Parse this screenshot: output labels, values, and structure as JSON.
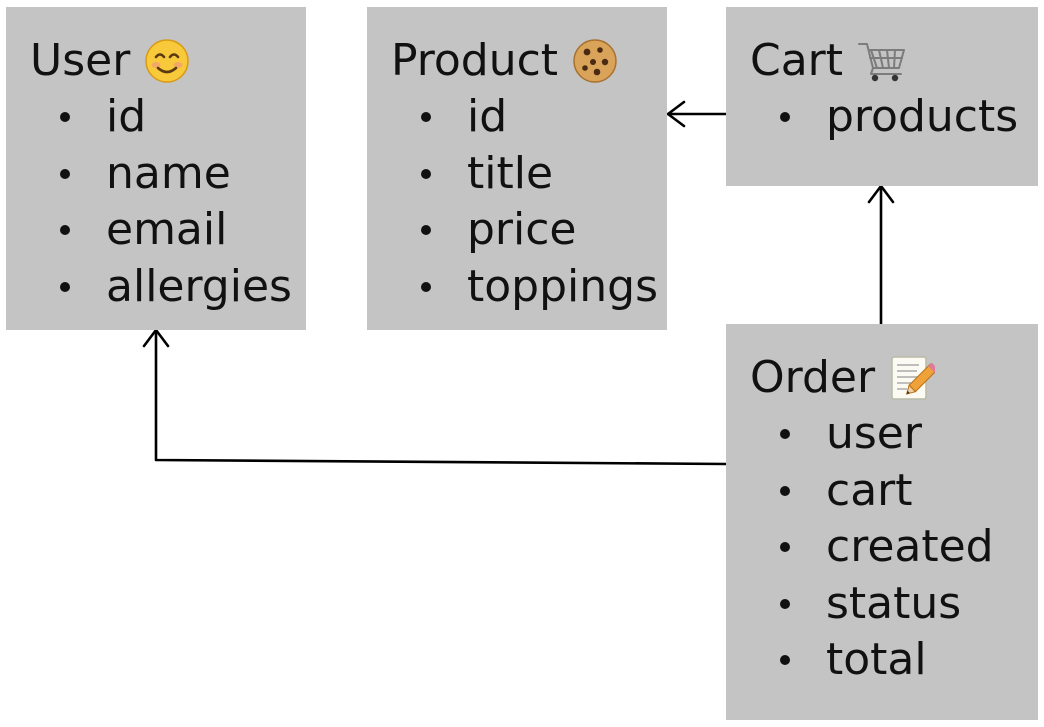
{
  "entities": {
    "user": {
      "title": "User",
      "icon": "smiley-face-icon",
      "fields": [
        "id",
        "name",
        "email",
        "allergies"
      ]
    },
    "product": {
      "title": "Product",
      "icon": "cookie-icon",
      "fields": [
        "id",
        "title",
        "price",
        "toppings"
      ]
    },
    "cart": {
      "title": "Cart",
      "icon": "shopping-cart-icon",
      "fields": [
        "products"
      ]
    },
    "order": {
      "title": "Order",
      "icon": "memo-pencil-icon",
      "fields": [
        "user",
        "cart",
        "created",
        "status",
        "total"
      ]
    }
  },
  "relations": [
    {
      "from": "cart",
      "to": "product"
    },
    {
      "from": "order",
      "to": "cart"
    },
    {
      "from": "order",
      "to": "user"
    }
  ],
  "colors": {
    "box": "#c4c4c4",
    "line": "#000000",
    "text": "#111111"
  }
}
